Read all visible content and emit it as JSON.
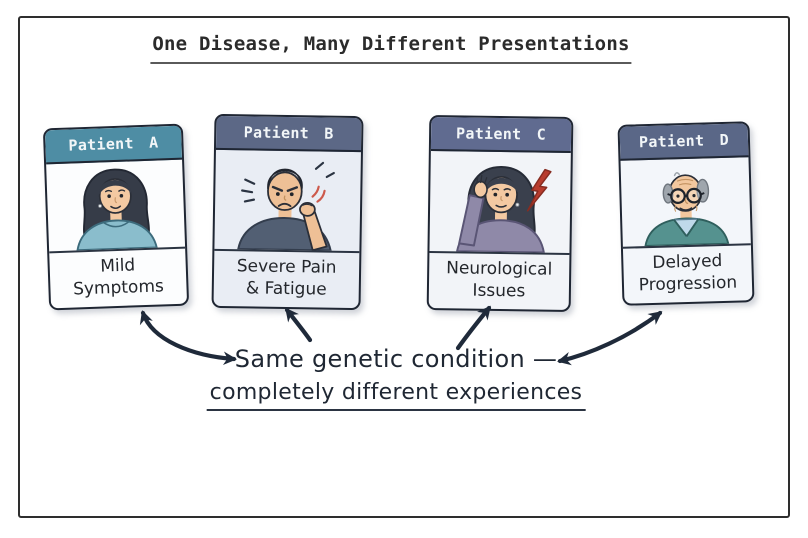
{
  "title": "One Disease, Many Different Presentations",
  "cards": [
    {
      "name": "Patient A",
      "label": "Mild\nSymptoms",
      "header_color": "#4e8da4",
      "body_color": "#fcfdfe",
      "illustration": "woman-mild-symptoms"
    },
    {
      "name": "Patient B",
      "label": "Severe Pain\n& Fatigue",
      "header_color": "#5c6886",
      "body_color": "#e9edf4",
      "illustration": "man-shoulder-pain"
    },
    {
      "name": "Patient C",
      "label": "Neurological\nIssues",
      "header_color": "#606b90",
      "body_color": "#f2f4f8",
      "illustration": "woman-headache-lightning-bolt"
    },
    {
      "name": "Patient D",
      "label": "Delayed\nProgression",
      "header_color": "#5a6787",
      "body_color": "#f3f6fa",
      "illustration": "elderly-man-glasses"
    }
  ],
  "caption": {
    "line1": "Same genetic condition —",
    "line2": "completely different experiences"
  },
  "colors": {
    "arrow": "#1f2a3a",
    "frame_border": "#2e2e2e",
    "title_underline": "#5a5a5a",
    "lightning_red": "#b83c2e",
    "pain_mark_red": "#cd5a4c"
  }
}
